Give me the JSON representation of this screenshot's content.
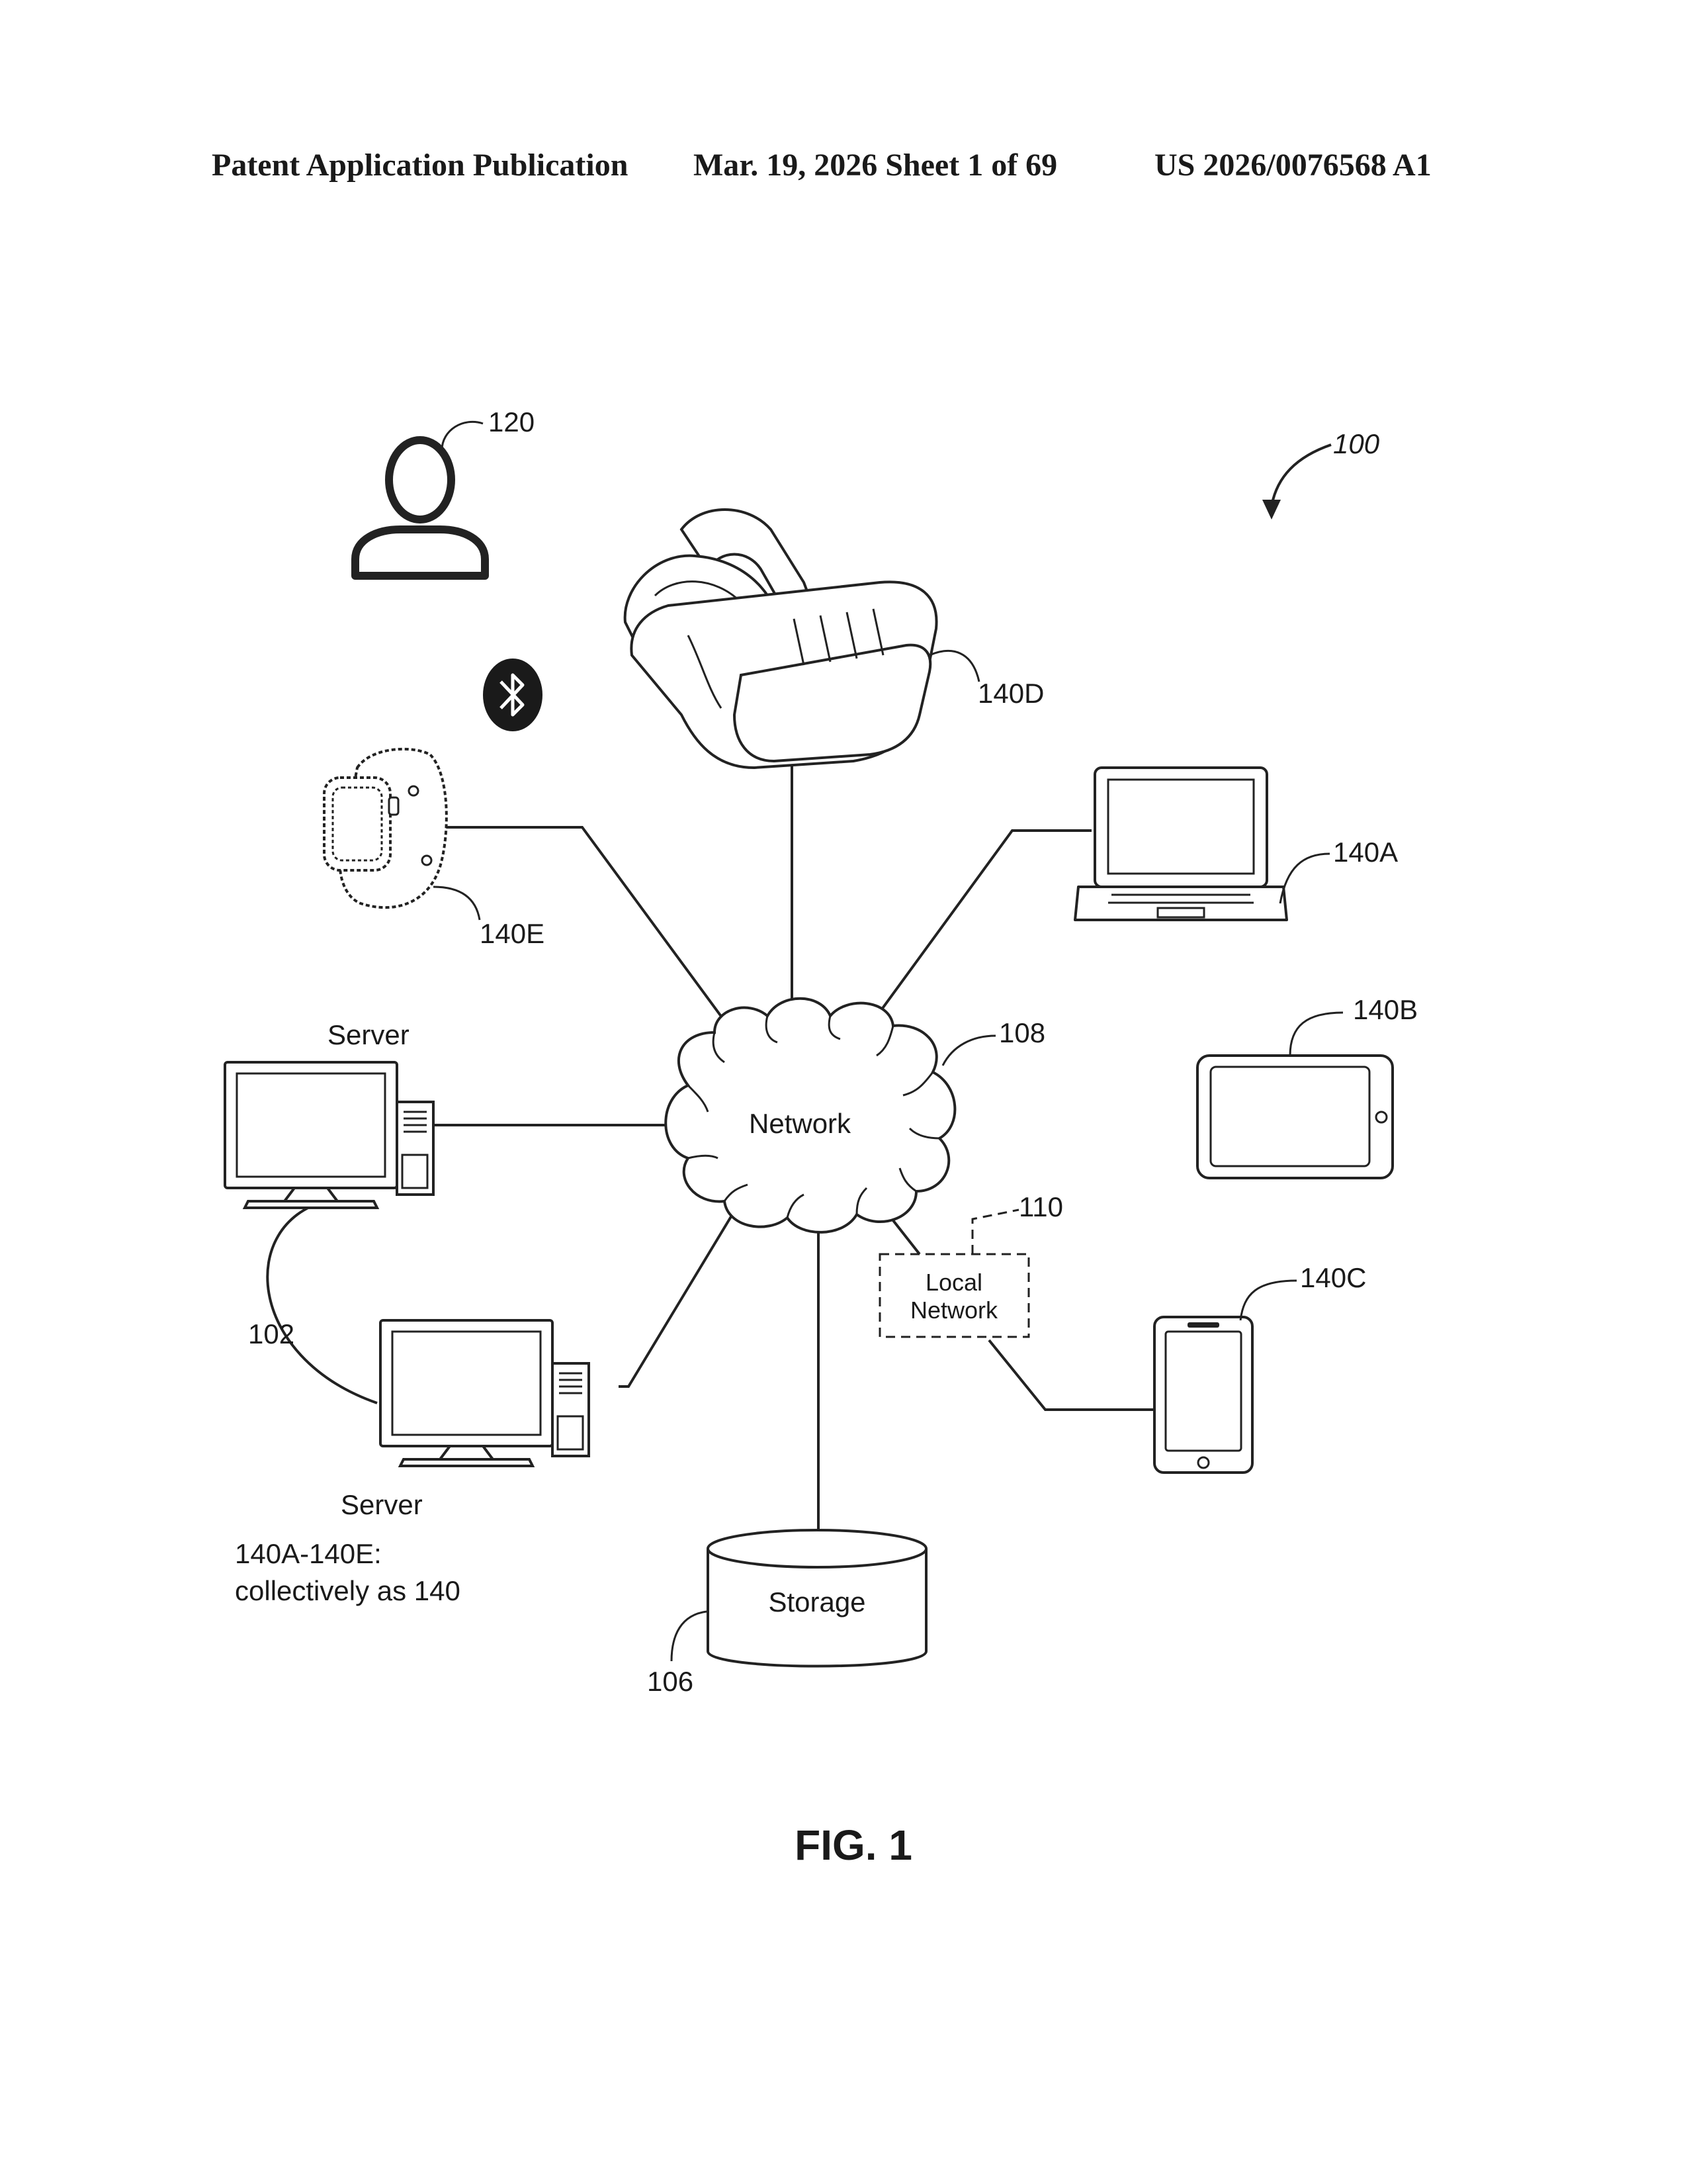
{
  "header": {
    "publication": "Patent Application Publication",
    "date_sheet": "Mar. 19, 2026  Sheet 1 of 69",
    "number": "US 2026/0076568 A1"
  },
  "labels": {
    "system": "100",
    "user": "120",
    "vr_headset": "140D",
    "laptop": "140A",
    "tablet": "140B",
    "phone": "140C",
    "watch": "140E",
    "network_ref": "108",
    "local_network_ref": "110",
    "server_link_ref": "102",
    "storage_ref": "106"
  },
  "nodes": {
    "network": "Network",
    "local_network_line1": "Local",
    "local_network_line2": "Network",
    "storage": "Storage",
    "server_top": "Server",
    "server_bottom": "Server"
  },
  "note": {
    "line1": "140A-140E:",
    "line2": "collectively as 140"
  },
  "figure": "FIG. 1",
  "icons": [
    "person-icon",
    "bluetooth-icon",
    "vr-headset-icon",
    "smartwatch-icon",
    "laptop-icon",
    "tablet-icon",
    "phone-icon",
    "server-icon",
    "database-icon",
    "cloud-icon"
  ]
}
